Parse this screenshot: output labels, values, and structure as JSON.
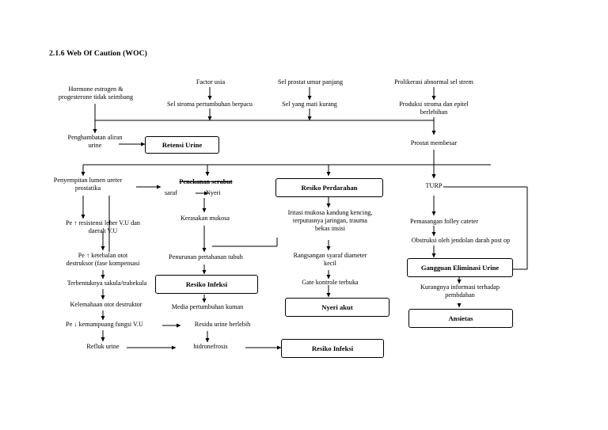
{
  "page": {
    "title": "2.1.6 Web Of Caution (WOC)",
    "background": "#ffffff",
    "ink": "#000000"
  },
  "nodes": [
    {
      "id": "n1",
      "text": "Hormone estrogen &\nprogesterone tidak seimbang",
      "type": "text"
    },
    {
      "id": "n2",
      "text": "Factor usia",
      "type": "text"
    },
    {
      "id": "n3",
      "text": "Sel prostat umur panjang",
      "type": "text"
    },
    {
      "id": "n4",
      "text": "Prolikerasi abnormal sel strem",
      "type": "text"
    },
    {
      "id": "n5",
      "text": "Sel stroma pertumbuhan berpacu",
      "type": "text"
    },
    {
      "id": "n6",
      "text": "Sel yang mati kurang",
      "type": "text"
    },
    {
      "id": "n7",
      "text": "Produksi stroma dan epitel\nberlebihan",
      "type": "text"
    },
    {
      "id": "n8",
      "text": "Penghambatan aliran\nurine",
      "type": "text"
    },
    {
      "id": "n9",
      "text": "Retensi Urine",
      "type": "box"
    },
    {
      "id": "n10",
      "text": "Prostat membesar",
      "type": "text"
    },
    {
      "id": "n11",
      "text": "Penyempitan lumen ureter\nprostatika",
      "type": "text"
    },
    {
      "id": "n12",
      "text": "Penekanan serabut",
      "type": "strikethrough"
    },
    {
      "id": "n13",
      "text": "saraf",
      "type": "text"
    },
    {
      "id": "n14",
      "text": "Nyeri",
      "type": "text"
    },
    {
      "id": "n15",
      "text": "Resiko Perdarahan",
      "type": "box"
    },
    {
      "id": "n16",
      "text": "TURP",
      "type": "text"
    },
    {
      "id": "n17",
      "text": "Pe ↑ resistensi leher V.U dan\ndaerah V.U",
      "type": "text"
    },
    {
      "id": "n18",
      "text": "Kerasakan mukosa",
      "type": "text"
    },
    {
      "id": "n19",
      "text": "Iritasi mukosa kandung kencing,\nterputusnya jaringan, trauma\nbekas insisi",
      "type": "text"
    },
    {
      "id": "n20",
      "text": "Pemasangan folley cateter",
      "type": "text"
    },
    {
      "id": "n21",
      "text": "Pe ↑ ketebalan otot\ndestruksor (fase kompensasi",
      "type": "text"
    },
    {
      "id": "n22",
      "text": "Penurunan pertahanan tubuh",
      "type": "text"
    },
    {
      "id": "n23",
      "text": "Rangsangan syaraf diameter\nkecil",
      "type": "text"
    },
    {
      "id": "n24",
      "text": "Obstruksi oleh jendolan darah post op",
      "type": "text"
    },
    {
      "id": "n25",
      "text": "Terbentuknya sakula/trabekula",
      "type": "text"
    },
    {
      "id": "n26",
      "text": "Resiko Infeksi",
      "type": "box"
    },
    {
      "id": "n27",
      "text": "Gate kontrole terbuka",
      "type": "text"
    },
    {
      "id": "n28",
      "text": "Gangguan Eliminasi Urine",
      "type": "box"
    },
    {
      "id": "n29",
      "text": "Kelemahaan otot destruktor",
      "type": "text"
    },
    {
      "id": "n30",
      "text": "Media pertumbuhan kuman",
      "type": "text"
    },
    {
      "id": "n31",
      "text": "Nyeri akut",
      "type": "box"
    },
    {
      "id": "n32",
      "text": "Kurangnya informasi terhadap\npembdahan",
      "type": "text"
    },
    {
      "id": "n33",
      "text": "Pe ↓ kemampuang fungsi V.U",
      "type": "text"
    },
    {
      "id": "n34",
      "text": "Residu urine berlebih",
      "type": "text"
    },
    {
      "id": "n35",
      "text": "Ansietas",
      "type": "box"
    },
    {
      "id": "n36",
      "text": "Refluk urine",
      "type": "text"
    },
    {
      "id": "n37",
      "text": "hidronefrosis",
      "type": "text"
    },
    {
      "id": "n38",
      "text": "Resiko Infeksi",
      "type": "box"
    }
  ]
}
